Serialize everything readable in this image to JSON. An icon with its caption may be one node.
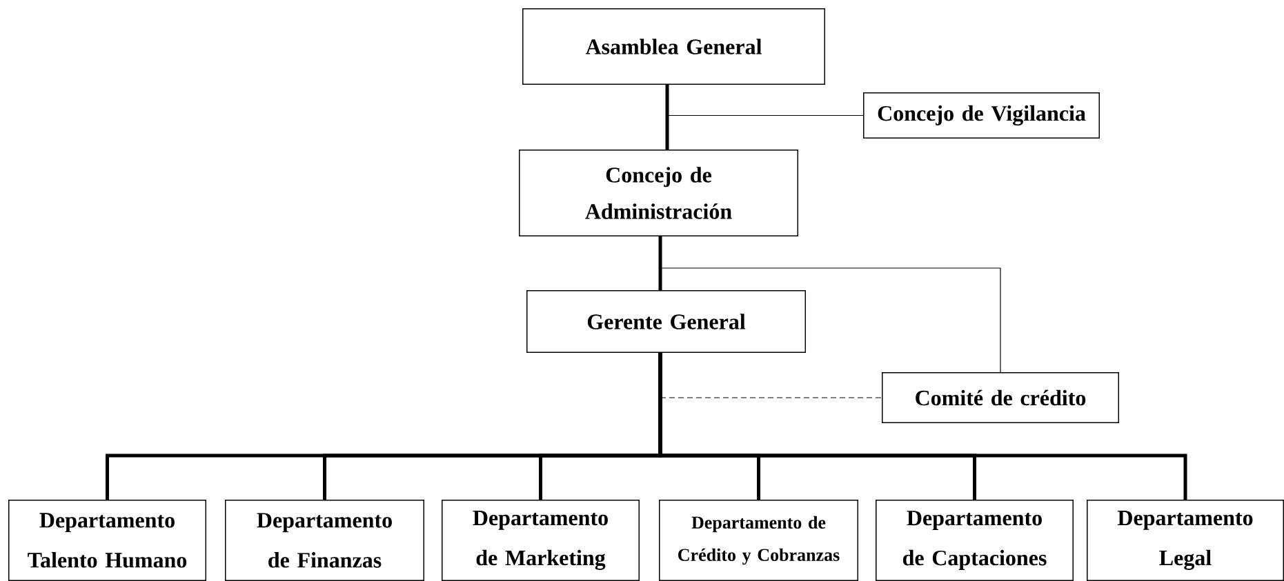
{
  "diagram": {
    "nodes": [
      {
        "text": [
          "Asamblea General"
        ]
      },
      {
        "text": [
          "Concejo de Vigilancia"
        ]
      },
      {
        "text": [
          "Concejo de Administración"
        ]
      },
      {
        "text": [
          "Gerente General"
        ]
      },
      {
        "text": [
          "Comité de crédito"
        ]
      },
      {
        "text": [
          "Departamento Talento Humano"
        ]
      },
      {
        "text": [
          "Departamento de Finanzas"
        ]
      },
      {
        "text": [
          "Departamento de Marketing"
        ]
      },
      {
        "text": [
          "Departamento de Crédito y Cobranzas"
        ]
      },
      {
        "text": [
          "Departamento de Captaciones"
        ]
      },
      {
        "text": [
          "Departamento Legal"
        ]
      }
    ],
    "edges": [
      {
        "from": 0,
        "to": 2,
        "arrow": "none"
      },
      {
        "from": 0,
        "to": 1,
        "arrow": "none"
      },
      {
        "from": 2,
        "to": 3,
        "arrow": "none"
      },
      {
        "from": 2,
        "to": 4,
        "arrow": "none"
      },
      {
        "from": 3,
        "to": 4,
        "arrow": "none",
        "style": "dashed"
      },
      {
        "from": 3,
        "to": 5,
        "arrow": "none"
      },
      {
        "from": 3,
        "to": 6,
        "arrow": "none"
      },
      {
        "from": 3,
        "to": 7,
        "arrow": "none"
      },
      {
        "from": 3,
        "to": 8,
        "arrow": "none"
      },
      {
        "from": 3,
        "to": 9,
        "arrow": "none"
      },
      {
        "from": 3,
        "to": 10,
        "arrow": "none"
      }
    ]
  }
}
